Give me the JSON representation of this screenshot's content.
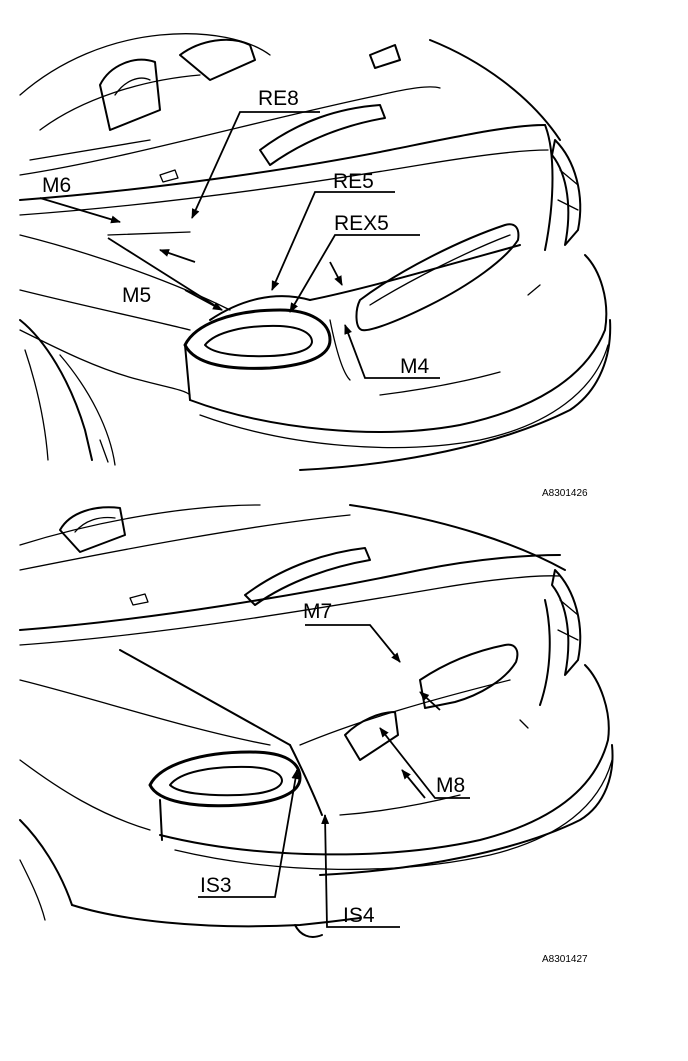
{
  "top_diagram": {
    "labels": {
      "re8": "RE8",
      "m6": "M6",
      "re5": "RE5",
      "rex5": "REX5",
      "m5": "M5",
      "m4": "M4"
    },
    "reference": "A8301426"
  },
  "bottom_diagram": {
    "labels": {
      "m7": "M7",
      "m8": "M8",
      "is3": "IS3",
      "is4": "IS4"
    },
    "reference": "A8301427"
  }
}
